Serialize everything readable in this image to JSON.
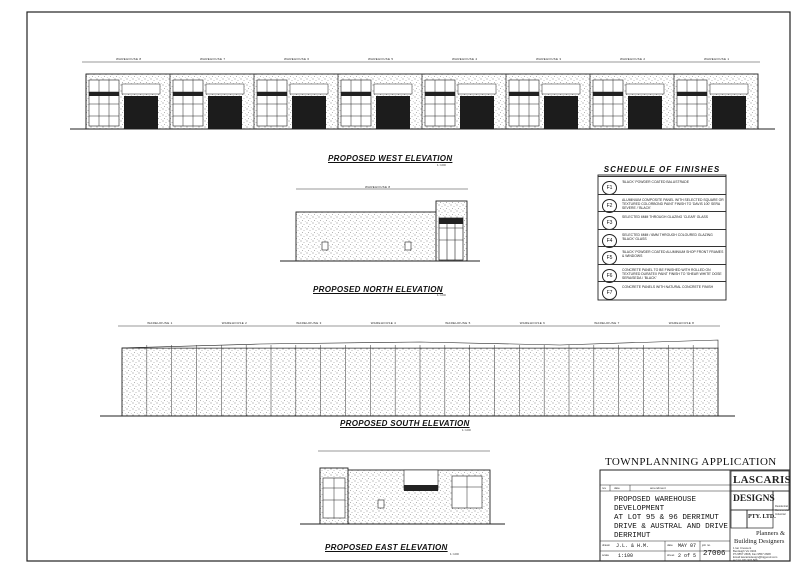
{
  "elevations": {
    "west": {
      "title": "PROPOSED WEST ELEVATION",
      "scale": "1:100",
      "warehouses": [
        "WAREHOUSE 8",
        "WAREHOUSE 7",
        "WAREHOUSE 6",
        "WAREHOUSE 5",
        "WAREHOUSE 4",
        "WAREHOUSE 3",
        "WAREHOUSE 2",
        "WAREHOUSE 1"
      ]
    },
    "north": {
      "title": "PROPOSED NORTH ELEVATION",
      "scale": "1:100",
      "warehouses": [
        "WAREHOUSE 8"
      ]
    },
    "south": {
      "title": "PROPOSED SOUTH ELEVATION",
      "scale": "1:100",
      "warehouses": [
        "WAREHOUSE 1",
        "WAREHOUSE 2",
        "WAREHOUSE 3",
        "WAREHOUSE 4",
        "WAREHOUSE 5",
        "WAREHOUSE 6",
        "WAREHOUSE 7",
        "WAREHOUSE 8"
      ]
    },
    "east": {
      "title": "PROPOSED EAST ELEVATION",
      "scale": "1:100"
    }
  },
  "schedule": {
    "title": "SCHEDULE OF FINISHES",
    "items": [
      {
        "code": "F1",
        "text": "'BLACK' POWDER COATED BALUSTRADE"
      },
      {
        "code": "F2",
        "text": "ALUMINIUM COMPOSITE PANEL WITH SELECTED SQUARE OR TEXTURED COLORBOND PAINT FINISH TO 'DAVIS 100' SERA SEVERE / 'BLACK'"
      },
      {
        "code": "F3",
        "text": "SELECTED 6MM THROUGH GLAZING 'CLEAR' GLASS"
      },
      {
        "code": "F4",
        "text": "SELECTED 6MM / 6MM THROUGH COLOURED GLAZING 'BLACK' GLASS"
      },
      {
        "code": "F5",
        "text": "'BLACK' POWDER COATED ALUMINIUM SHOP FRONT FRAMES & WINDOWS"
      },
      {
        "code": "F6",
        "text": "CONCRETE PANEL TO BE FINISHED WITH ROLLED ON TEXTURED DURATEX PAINT FINISH TO 'SHEAR WHITE' DOSE SERA/SEDA / 'BLACK'"
      },
      {
        "code": "F7",
        "text": "CONCRETE PANELS WITH NATURAL CONCRETE FINISH"
      }
    ]
  },
  "title_block": {
    "heading": "TOWNPLANNING APPLICATION",
    "rev_headers": [
      "rev",
      "date",
      "amendment"
    ],
    "project": [
      "PROPOSED WAREHOUSE",
      "DEVELOPMENT",
      "AT LOT 95 & 96 DERRIMUT",
      "DRIVE & AUSTRAL AND DRIVE",
      "DERRIMUT"
    ],
    "drawn_label": "drawn",
    "drawn_value": "J.L. & H.M.",
    "date_label": "date",
    "date_value": "MAY 07",
    "scale_label": "scale",
    "scale_value": "1:100",
    "sheet_label": "sheet",
    "sheet_value": "2 of 5",
    "job_label": "job no.",
    "job_value": "27006",
    "firm": {
      "name_top": "LASCARIS",
      "name_bottom": "DESIGNS",
      "pty": "PTY. LTD.",
      "services": [
        "Residential",
        "Commercial",
        "Industrial"
      ],
      "tagline_1": "Planners &",
      "tagline_2": "Building Designers",
      "contact": [
        "1 Ian Crescent",
        "Bentleigh Vic 3204",
        "Ph 9557 2668, Fax 9557 2668",
        "Email lascarisdesign@bigpond.com",
        "A.C.N. 071 937 866"
      ]
    }
  }
}
